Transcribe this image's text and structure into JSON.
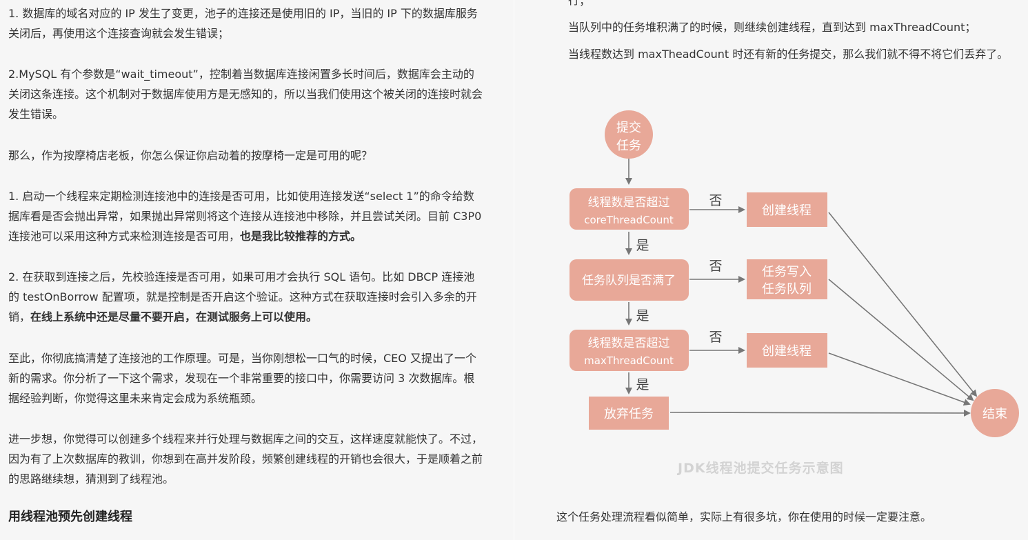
{
  "left": {
    "p1": "1. 数据库的域名对应的 IP 发生了变更，池子的连接还是使用旧的 IP，当旧的 IP 下的数据库服务关闭后，再使用这个连接查询就会发生错误；",
    "p2": "2.MySQL 有个参数是“wait_timeout”，控制着当数据库连接闲置多长时间后，数据库会主动的关闭这条连接。这个机制对于数据库使用方是无感知的，所以当我们使用这个被关闭的连接时就会发生错误。",
    "p3": "那么，作为按摩椅店老板，你怎么保证你启动着的按摩椅一定是可用的呢？",
    "p4_text": "1. 启动一个线程来定期检测连接池中的连接是否可用，比如使用连接发送“select 1”的命令给数据库看是否会抛出异常，如果抛出异常则将这个连接从连接池中移除，并且尝试关闭。目前 C3P0 连接池可以采用这种方式来检测连接是否可用，",
    "p4_bold": "也是我比较推荐的方式。",
    "p5_text": "2. 在获取到连接之后，先校验连接是否可用，如果可用才会执行 SQL 语句。比如 DBCP 连接池的 testOnBorrow 配置项，就是控制是否开启这个验证。这种方式在获取连接时会引入多余的开销，",
    "p5_bold": "在线上系统中还是尽量不要开启，在测试服务上可以使用。",
    "p6": "至此，你彻底搞清楚了连接池的工作原理。可是，当你刚想松一口气的时候，CEO 又提出了一个新的需求。你分析了一下这个需求，发现在一个非常重要的接口中，你需要访问 3 次数据库。根据经验判断，你觉得这里未来肯定会成为系统瓶颈。",
    "p7": "进一步想，你觉得可以创建多个线程来并行处理与数据库之间的交互，这样速度就能快了。不过，因为有了上次数据库的教训，你想到在高并发阶段，频繁创建线程的开销也会很大，于是顺着之前的思路继续想，猜测到了线程池。",
    "heading": "用线程池预先创建线程"
  },
  "right": {
    "top_fragment": "行；",
    "line1": "当队列中的任务堆积满了的时候，则继续创建线程，直到达到 maxThreadCount；",
    "line2": "当线程数达到 maxTheadCount 时还有新的任务提交，那么我们就不得不将它们丢弃了。",
    "bottom": "这个任务处理流程看似简单，实际上有很多坑，你在使用的时候一定要注意。"
  },
  "diagram": {
    "colors": {
      "node": "#e8a898",
      "arrow": "#777777",
      "text": "#ffffff",
      "label": "#444444",
      "caption": "#d3d3d3"
    },
    "start": [
      "提交",
      "任务"
    ],
    "decision1": [
      "线程数是否超过",
      "coreThreadCount"
    ],
    "decision2": [
      "任务队列是否满了"
    ],
    "decision3": [
      "线程数是否超过",
      "maxThreadCount"
    ],
    "action1": [
      "创建线程"
    ],
    "action2": [
      "任务写入",
      "任务队列"
    ],
    "action3": [
      "创建线程"
    ],
    "discard": [
      "放弃任务"
    ],
    "end": [
      "结束"
    ],
    "no_label": "否",
    "yes_label": "是",
    "caption": "JDK线程池提交任务示意图"
  }
}
